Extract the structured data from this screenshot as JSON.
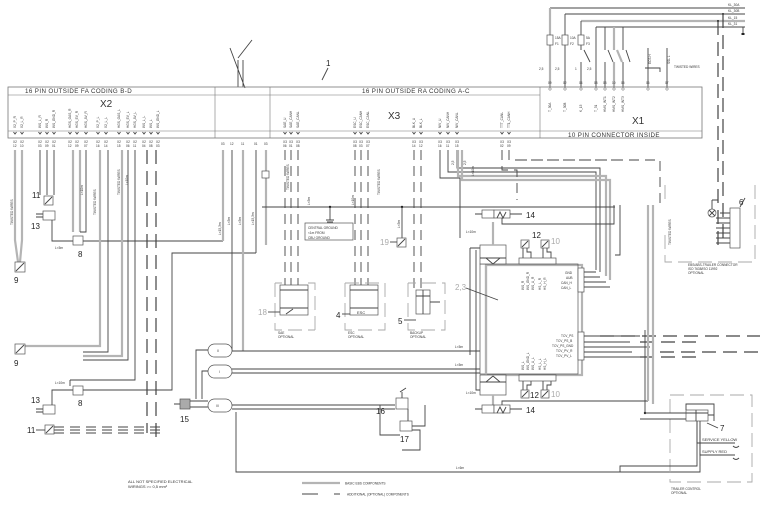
{
  "header": {
    "callout_1": "1",
    "x2_title": "16 PIN OUTSIDE FA CODING B-D",
    "x3_title": "16 PIN OUTSIDE RA CODING A-C",
    "x2_label": "X2",
    "x3_label": "X3",
    "x1_label": "X1",
    "x1_band": "10 PIN CONNECTOR INSIDE"
  },
  "pins": {
    "x2": [
      "X2_P_R",
      "X2_L_R",
      "WS_L_R",
      "WS_R",
      "WS_GND_R",
      "HGS_GAS_R",
      "HGS_EV_R",
      "HGS_AV_R",
      "X2_P_L",
      "X2_L_L",
      "HGS_GAS_L",
      "HGS_EV_L",
      "HGS_AV_L",
      "WS_L_L",
      "WS_L",
      "WS_GND_L"
    ],
    "x2_numbers": [
      "12",
      "10",
      "03",
      "09",
      "01",
      "12",
      "09",
      "07",
      "16",
      "14",
      "15",
      "06",
      "11",
      "04",
      "08",
      "03"
    ],
    "x3": [
      "SAE_U",
      "SAE_CANH",
      "SAE_CANL",
      "ESC_U",
      "ESC_CANH",
      "ESC_CANL",
      "BLK_U",
      "BLK_L",
      "NIV_U",
      "NIV_CANH",
      "NIV_CANL",
      "TTT_CANL",
      "TT1_CANH"
    ],
    "x3_numbers": [
      "06",
      "01",
      "08",
      "08",
      "03",
      "07",
      "14",
      "12",
      "16",
      "11",
      "15",
      "02",
      "09"
    ],
    "x1": [
      "T_30A",
      "T_30B",
      "K_15",
      "T_31",
      "HMS_INT1",
      "HMS_INT2",
      "HMS_INT3"
    ],
    "x1_numbers": [
      "09",
      "02",
      "04",
      "08",
      "03",
      "10",
      "05",
      "06",
      "07"
    ],
    "center_numbers": [
      "03",
      "12",
      "11",
      "01",
      "03"
    ]
  },
  "power": {
    "lines": [
      "KL_30A",
      "KL_30B",
      "KL_15",
      "KL_31"
    ],
    "fuses": [
      {
        "rating": "15A",
        "id": "F1"
      },
      {
        "rating": "10A",
        "id": "F2"
      },
      {
        "rating": "5A",
        "id": "F3"
      }
    ],
    "cross_sections": [
      "2,5",
      "2,5",
      "1",
      "2,5"
    ],
    "switch_labels": [
      "ECS H",
      "SSL L"
    ],
    "twisted_note": "TWISTED WIRES"
  },
  "wire_labels": {
    "twisted": "TWISTED WIRES",
    "l5": "L<5m",
    "l10": "L<10m",
    "l153": "L<15,3m",
    "l6": "L<6m",
    "cs_25": "2,5"
  },
  "central_ground": [
    "CENTRAL GROUND",
    "<1m FROM",
    "CBU GROUND"
  ],
  "components": {
    "n1": "1",
    "n23": "2,3",
    "n4": "4",
    "n5": "5",
    "n6": "6",
    "n7": "7",
    "n8": "8",
    "n9": "9",
    "n10": "10",
    "n11": "11",
    "n12": "12",
    "n13": "13",
    "n14": "14",
    "n15": "15",
    "n16": "16",
    "n17": "17",
    "n18": "18",
    "n19": "19",
    "esc_label": "ESC",
    "mod_i": "I",
    "mod_ii": "II",
    "mod_iii": "III",
    "sae_caption": "SAE",
    "sae_optional": "OPTIONAL",
    "esc_caption": "ESC",
    "esc_optional": "OPTIONAL",
    "backup_caption": "BACKUP",
    "backup_optional": "OPTIONAL"
  },
  "ecu_pins": {
    "right_top": [
      "GND",
      "AUB",
      "CAN_H",
      "CAN_L"
    ],
    "right_bottom": [
      "TCV_PS",
      "TCV_PS_B",
      "TCV_PS_GND",
      "TCV_PV_R",
      "TCV_PV_L"
    ],
    "top_sensors": [
      "WS_R",
      "WS_GND_R",
      "WS_U_R",
      "HS_L_R",
      "HS_H_R"
    ],
    "bottom_sensors": [
      "WS_L",
      "WS_GND_L",
      "WS_U_L",
      "HS_L_L",
      "HS_H_L"
    ]
  },
  "trailer_connector": [
    "EBS/ABS-TRAILER CONNECTOR",
    "ISO 7638/ISO 11992",
    "OPTIONAL"
  ],
  "trailer_control": {
    "service": "SERVICE YELLOW",
    "supply": "SUPPLY RED",
    "caption": "TRAILER CONTROL",
    "optional": "OPTIONAL"
  },
  "notes": {
    "line1": "ALL NOT SPECIFIED ELECTRICAL",
    "line2": "WIRINGS >= 0,5 mm²"
  },
  "legend": {
    "basic": "BASIC EBS COMPONENTS",
    "additional": "ADDITIONAL (OPTIONAL) COMPONENTS"
  },
  "colors": {
    "basic_wire": "#b4b4b4",
    "optional_wire": "#444444"
  }
}
